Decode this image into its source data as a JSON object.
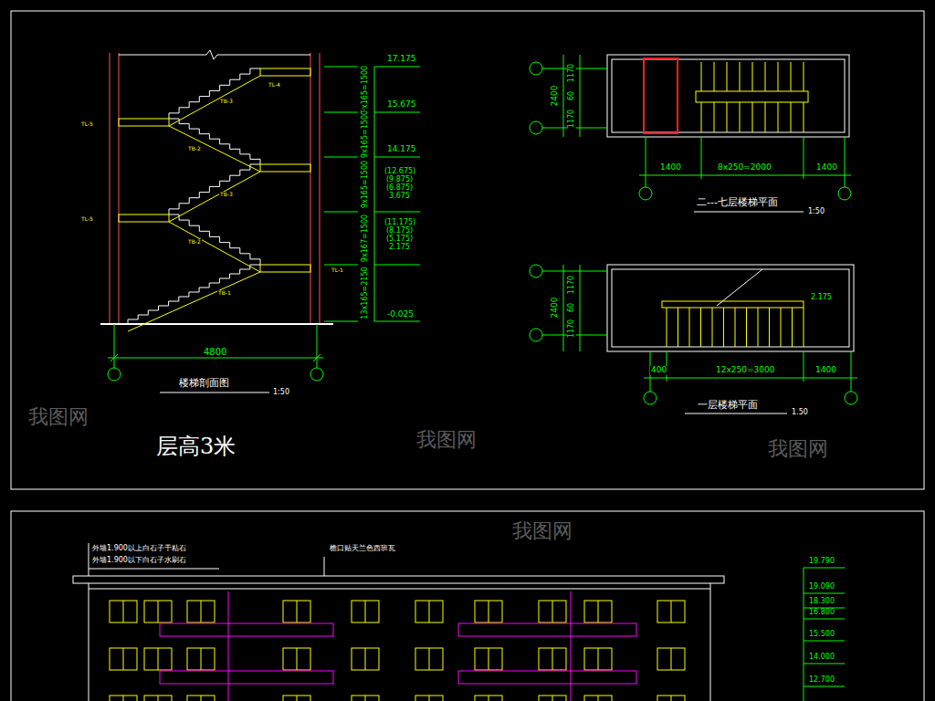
{
  "diagram": {
    "labels": [
      "17.175",
      "15.675",
      "14.175",
      "(12.675)",
      "(9.875)",
      "(6.875)",
      "3.675",
      "(11.175)",
      "(8.175)",
      "(5.175)",
      "2.175",
      "-0.025",
      "9x165=1500",
      "9x165=1500",
      "9x165=1500",
      "9x167=1500",
      "13x165=2150",
      "4800",
      "楼梯剖面图",
      "1:50",
      "层高3米",
      "TB-1",
      "TB-2",
      "TB-3",
      "TB-2",
      "TB-3",
      "TL-5",
      "TL-5",
      "TL-1",
      "TL-4",
      "2400",
      "1170",
      "60",
      "1170",
      "1400",
      "8x250=2000",
      "1400",
      "二---七层楼梯平面",
      "1:50",
      "2400",
      "1170",
      "60",
      "1170",
      "400",
      "12x250=3000",
      "1400",
      "一层楼梯平面",
      "1.50",
      "2.175",
      "外墙1.900以上白石子干粘石",
      "外墙1.900以下白石子水刷石",
      "檐口贴天兰色西班瓦",
      "19.790",
      "19.090",
      "18.300",
      "16.800",
      "15.500",
      "14.000",
      "12.700",
      "我图网",
      "我图网",
      "我图网",
      "我图网"
    ]
  }
}
